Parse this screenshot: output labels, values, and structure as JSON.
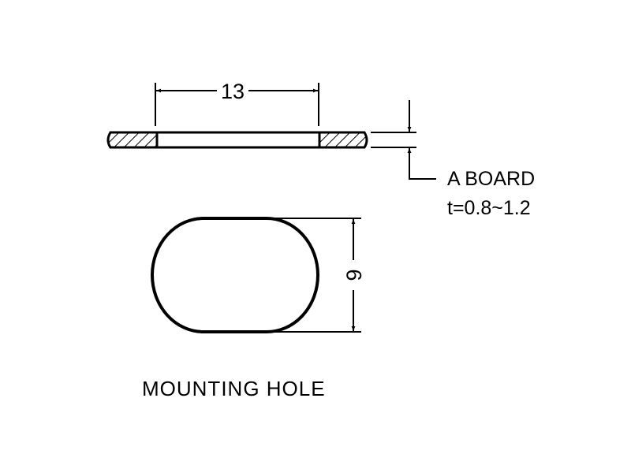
{
  "drawing": {
    "width_dimension": "13",
    "height_dimension": "9",
    "board_label": "A BOARD",
    "thickness_label": "t=0.8~1.2",
    "caption": "MOUNTING HOLE"
  },
  "colors": {
    "line": "#000000",
    "background": "#ffffff"
  }
}
